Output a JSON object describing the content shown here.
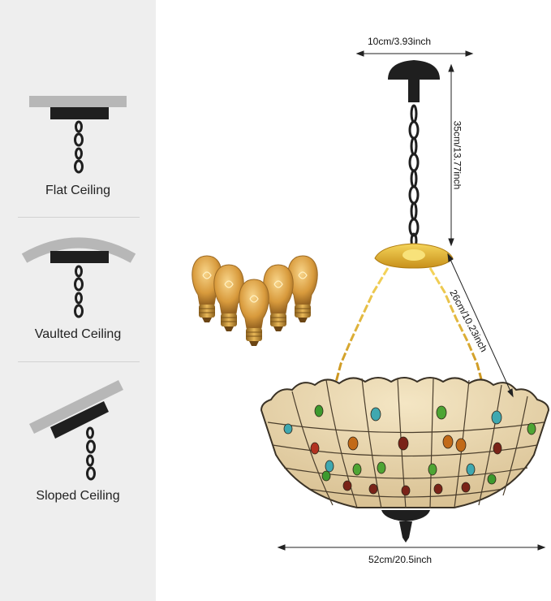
{
  "ceiling_types": [
    {
      "label": "Flat Ceiling"
    },
    {
      "label": "Vaulted Ceiling"
    },
    {
      "label": "Sloped Ceiling"
    }
  ],
  "dimensions": {
    "canopy_width": "10cm/3.93inch",
    "chain_height": "35cm/13.77inch",
    "arm_length": "26cm/10.23inch",
    "shade_width": "52cm/20.5inch"
  },
  "bulbs": {
    "count": 5
  },
  "colors": {
    "sidebar_bg": "#eeeeee",
    "ceiling_gray": "#b7b7b7",
    "mount_black": "#1f1f1f",
    "brass_gold": "#e2b52b",
    "glass_cream": "#e7d6ae",
    "bulb_amber": "#d89a3c"
  }
}
